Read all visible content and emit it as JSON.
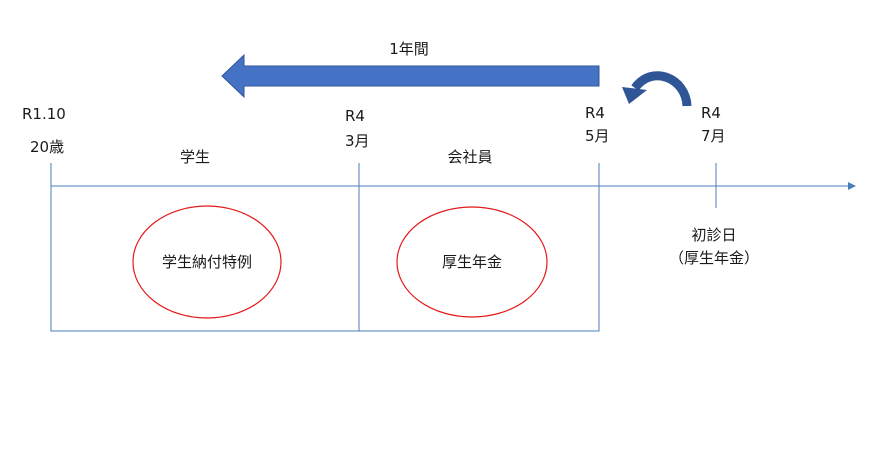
{
  "arrow_label": "1年間",
  "milestones": {
    "start": {
      "date": "R1.10",
      "age": "20歳"
    },
    "m1": {
      "year": "R4",
      "month": "3月"
    },
    "m2": {
      "year": "R4",
      "month": "5月"
    },
    "m3": {
      "year": "R4",
      "month": "7月"
    }
  },
  "periods": {
    "student": {
      "label": "学生",
      "status": "学生納付特例"
    },
    "employee": {
      "label": "会社員",
      "status": "厚生年金"
    }
  },
  "first_visit": {
    "label": "初診日",
    "note": "（厚生年金）"
  },
  "colors": {
    "line": "#4a7ebb",
    "arrow_fill": "#4472c4",
    "arrow_stroke": "#2f5597",
    "ellipse": "#e31a1c",
    "text": "#1a1a1a"
  }
}
